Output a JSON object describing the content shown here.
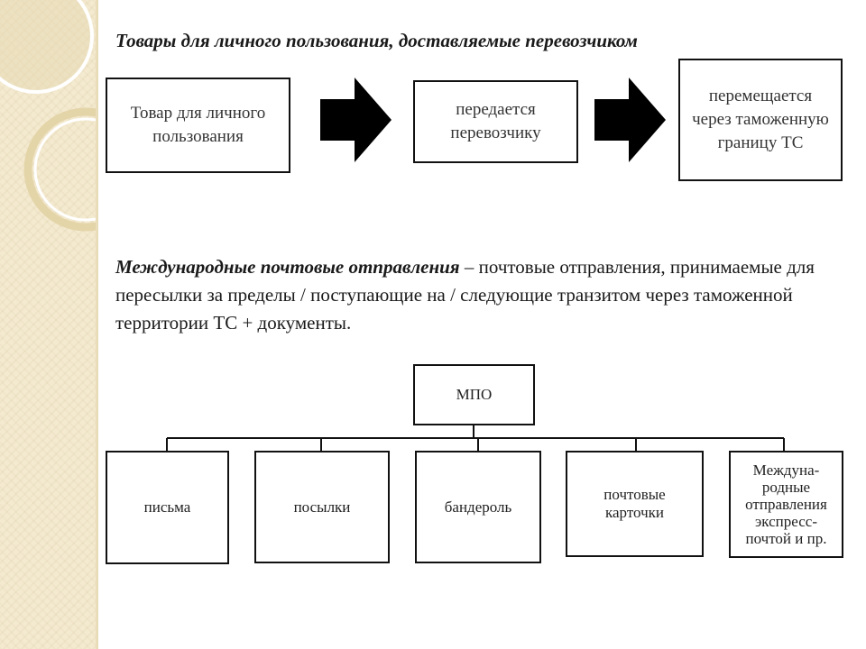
{
  "title": "Товары для личного пользования, доставляемые перевозчиком",
  "flow": {
    "steps": [
      {
        "text": "Товар для личного пользования"
      },
      {
        "text": "передается перевозчику"
      },
      {
        "text": "перемещается через таможенную границу ТС"
      }
    ]
  },
  "definition": {
    "term": "Международные почтовые отправления",
    "text": " – почтовые отправления, принимаемые для пересылки за пределы / поступающие на / следующие транзитом через таможенной территории ТС + документы."
  },
  "tree": {
    "root": "МПО",
    "children": [
      "письма",
      "посылки",
      "бандероль",
      "почтовые карточки",
      "Междуна-родные отправления экспресс-почтой и пр."
    ]
  },
  "colors": {
    "panel": "#f4ead0",
    "border": "#111111",
    "arrow": "#000000",
    "text": "#1a1a1a"
  }
}
